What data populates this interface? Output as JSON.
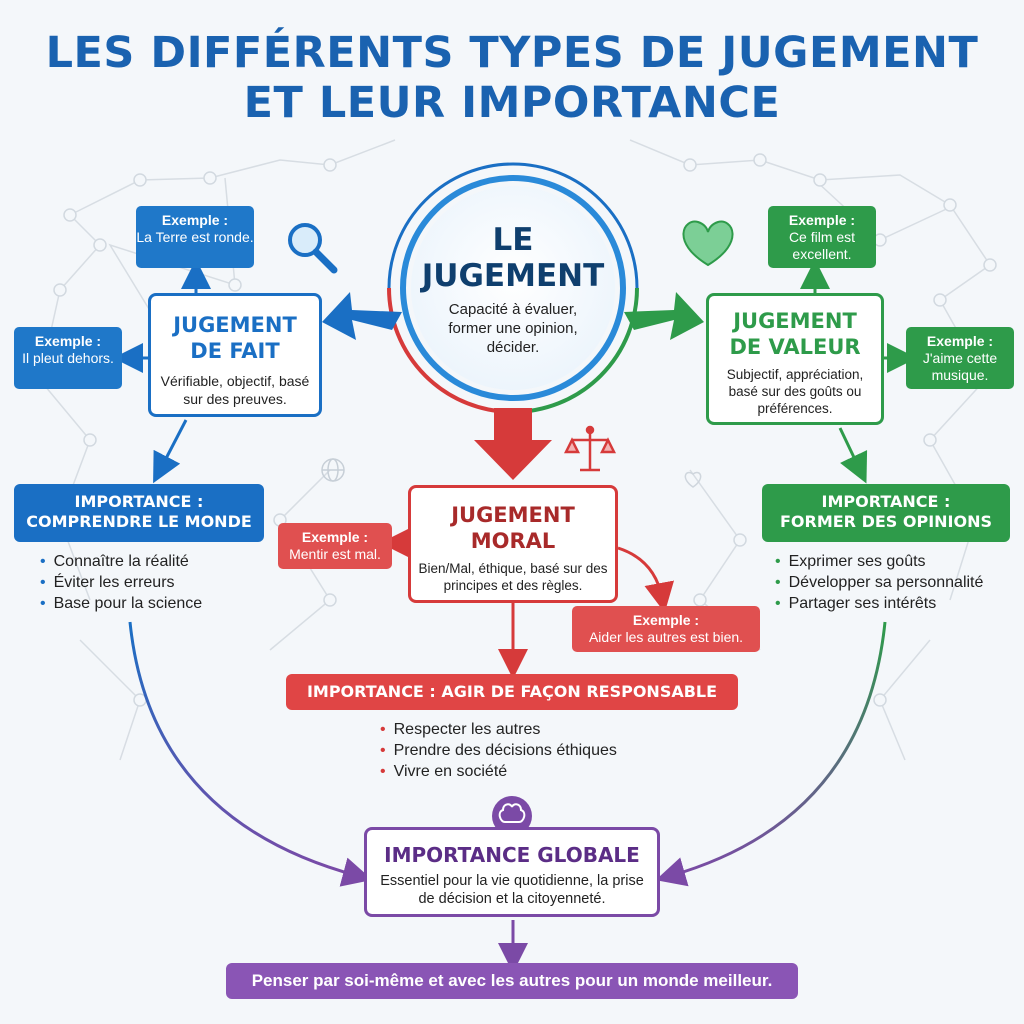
{
  "title": {
    "line1": "LES DIFFÉRENTS TYPES DE JUGEMENT",
    "line2": "ET LEUR IMPORTANCE"
  },
  "center": {
    "title_line1": "LE",
    "title_line2": "JUGEMENT",
    "description": "Capacité à évaluer, former une opinion, décider."
  },
  "fait": {
    "title_line1": "JUGEMENT",
    "title_line2": "DE FAIT",
    "description": "Vérifiable, objectif, basé sur des preuves.",
    "example1": {
      "label": "Exemple :",
      "text": "La Terre est ronde."
    },
    "example2": {
      "label": "Exemple :",
      "text": "Il pleut dehors."
    },
    "importance_line1": "IMPORTANCE :",
    "importance_line2": "COMPRENDRE LE MONDE",
    "points": [
      "Connaître la réalité",
      "Éviter les erreurs",
      "Base pour la science"
    ],
    "color": "#1a6fc4"
  },
  "valeur": {
    "title_line1": "JUGEMENT",
    "title_line2": "DE VALEUR",
    "description": "Subjectif, appréciation, basé sur des goûts ou préférences.",
    "example1": {
      "label": "Exemple :",
      "text": "Ce film est excellent."
    },
    "example2": {
      "label": "Exemple :",
      "text": "J'aime cette musique."
    },
    "importance_line1": "IMPORTANCE :",
    "importance_line2": "FORMER DES OPINIONS",
    "points": [
      "Exprimer ses goûts",
      "Développer sa personnalité",
      "Partager ses intérêts"
    ],
    "color": "#2e9b4a"
  },
  "moral": {
    "title_line1": "JUGEMENT",
    "title_line2": "MORAL",
    "description": "Bien/Mal, éthique, basé sur des principes et des règles.",
    "example1": {
      "label": "Exemple :",
      "text": "Mentir est mal."
    },
    "example2": {
      "label": "Exemple :",
      "text": "Aider les autres est bien."
    },
    "importance": "IMPORTANCE : AGIR DE FAÇON RESPONSABLE",
    "points": [
      "Respecter les autres",
      "Prendre des décisions éthiques",
      "Vivre en société"
    ],
    "color": "#d63a3a"
  },
  "global": {
    "title": "IMPORTANCE GLOBALE",
    "description": "Essentiel pour la vie quotidienne, la prise de décision et la citoyenneté.",
    "color": "#7b4aa6"
  },
  "footer": "Penser par soi-même et avec les autres pour un monde meilleur.",
  "icons": [
    "magnifier-icon",
    "heart-icon",
    "scales-icon",
    "brain-icon",
    "globe-icon"
  ]
}
